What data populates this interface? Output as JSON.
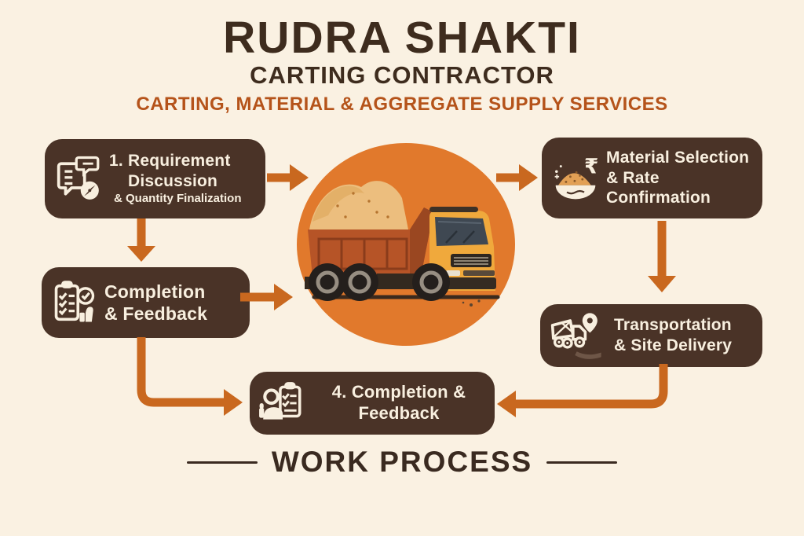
{
  "header": {
    "title": "RUDRA SHAKTI",
    "subtitle": "CARTING CONTRACTOR",
    "tagline": "CARTING, MATERIAL & AGGREGATE SUPPLY SERVICES"
  },
  "steps": {
    "requirement": {
      "lines": [
        "1. Requirement",
        "Discussion"
      ],
      "subline": "& Quantity Finalization",
      "icon": "discussion-compass-icon"
    },
    "material": {
      "lines": [
        "Material Selection",
        "& Rate",
        "Confirmation"
      ],
      "icon": "aggregate-bowl-rupee-icon",
      "rupee_symbol": "₹"
    },
    "completion_mid": {
      "lines": [
        "Completion",
        "& Feedback"
      ],
      "icon": "checklist-thumbs-up-icon"
    },
    "transportation": {
      "lines": [
        "Transportation",
        "& Site Delivery"
      ],
      "icon": "delivery-truck-pin-icon"
    },
    "completion_final": {
      "lines": [
        "4. Completion &",
        "Feedback"
      ],
      "icon": "person-checklist-icon"
    }
  },
  "center": {
    "illustration": "dump-truck-with-aggregate-in-orange-circle"
  },
  "footer": {
    "label": "WORK PROCESS"
  },
  "colors": {
    "background": "#faf1e2",
    "box": "#4a3327",
    "box_text": "#f8efdf",
    "arrow": "#c9681f",
    "circle": "#e1792c",
    "title": "#3e2c1e",
    "tagline": "#b5531a"
  }
}
